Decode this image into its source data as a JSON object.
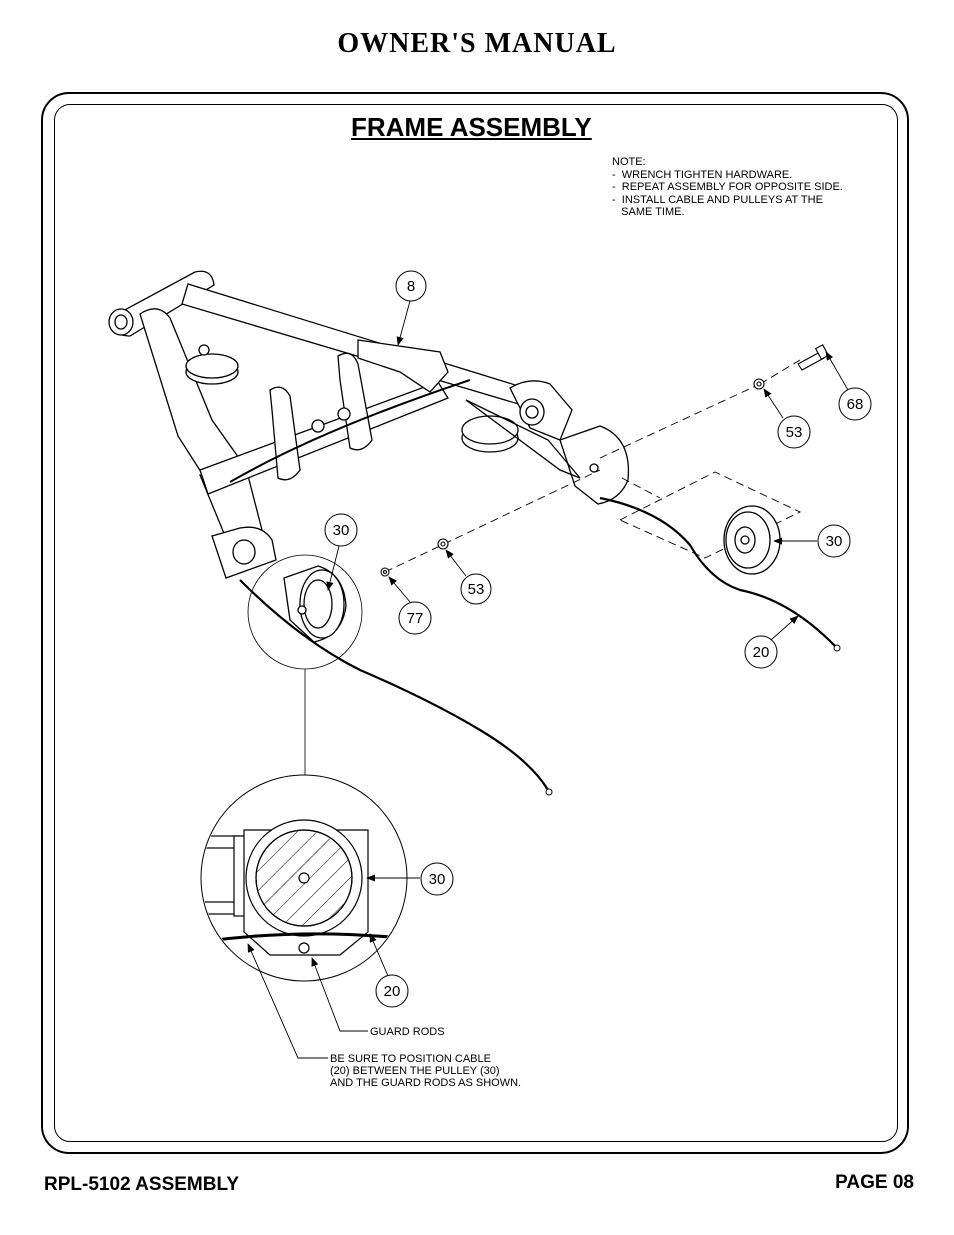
{
  "header": {
    "title": "OWNER'S MANUAL"
  },
  "section": {
    "title": "FRAME ASSEMBLY"
  },
  "notes": {
    "lines": [
      "NOTE:",
      "-  WRENCH TIGHTEN HARDWARE.",
      "-  REPEAT ASSEMBLY FOR OPPOSITE SIDE.",
      "-  INSTALL CABLE AND PULLEYS AT THE",
      "   SAME TIME."
    ]
  },
  "callouts": {
    "c8": "8",
    "c68": "68",
    "c53a": "53",
    "c53b": "53",
    "c30a": "30",
    "c30b": "30",
    "c30c": "30",
    "c77": "77",
    "c20a": "20",
    "c20b": "20"
  },
  "detail_labels": {
    "guard_rods": "GUARD RODS",
    "position_line1": "BE SURE TO POSITION CABLE",
    "position_line2": "(20) BETWEEN THE PULLEY (30)",
    "position_line3": "AND THE GUARD RODS AS SHOWN."
  },
  "footer": {
    "left": "RPL-5102 ASSEMBLY",
    "right": "PAGE 08"
  }
}
